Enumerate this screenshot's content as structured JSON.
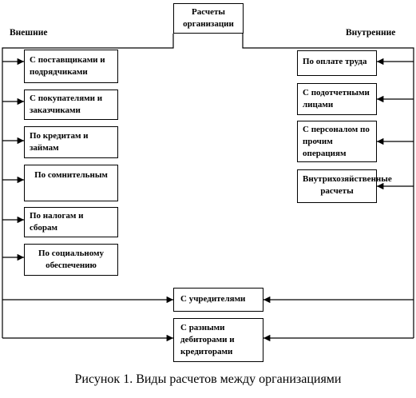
{
  "top": {
    "label": "Расчеты организации"
  },
  "headers": {
    "external": "Внешние",
    "internal": "Внутренние"
  },
  "external": [
    {
      "label": "С поставщиками и подрядчиками"
    },
    {
      "label": "С покупателями и заказчиками"
    },
    {
      "label": "По кредитам и займам"
    },
    {
      "label": "По сомнительным"
    },
    {
      "label": "По налогам и сборам"
    },
    {
      "label": "По социальному обеспечению"
    }
  ],
  "internal": [
    {
      "label": "По оплате труда"
    },
    {
      "label": "С подотчетными лицами"
    },
    {
      "label": "С персоналом по прочим операциям"
    },
    {
      "label": "Внутрихозяйственные расчеты"
    }
  ],
  "shared": [
    {
      "label": "С учредителями"
    },
    {
      "label": "С разными дебиторами и кредиторами"
    }
  ],
  "caption": "Рисунок 1. Виды расчетов между организациями"
}
